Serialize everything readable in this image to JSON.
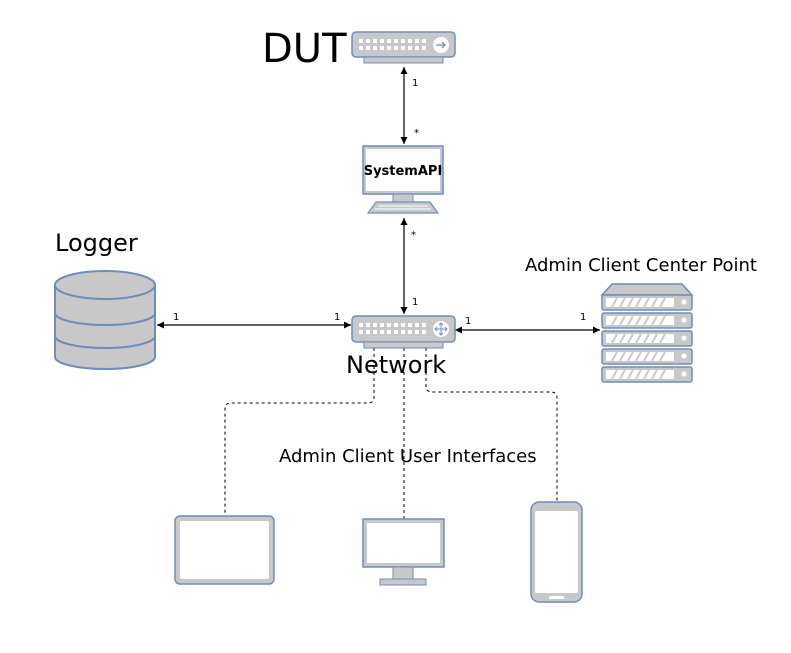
{
  "labels": {
    "dut": "DUT",
    "system_api": "SystemAPI",
    "logger": "Logger",
    "network": "Network",
    "admin_center": "Admin Client Center Point",
    "admin_ui": "Admin Client User Interfaces"
  },
  "multiplicities": {
    "dut_top": "1",
    "api_top": "*",
    "api_bottom": "*",
    "net_top": "1",
    "logger_side": "1",
    "net_left": "1",
    "net_right": "1",
    "center_side": "1"
  },
  "colors": {
    "device_fill": "#c8c8c8",
    "device_stroke": "#6c8ebf",
    "screen": "#ffffff",
    "line": "#000000"
  }
}
